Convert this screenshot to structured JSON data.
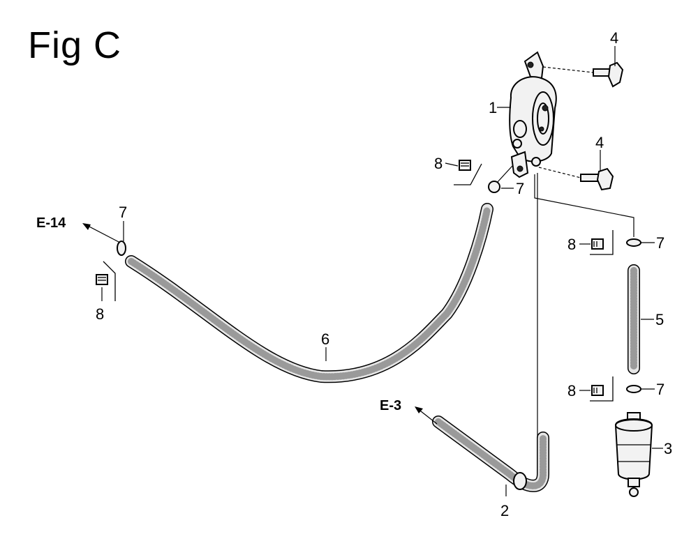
{
  "title": "Fig C",
  "callouts": {
    "c1": "1",
    "c2": "2",
    "c3": "3",
    "c4a": "4",
    "c4b": "4",
    "c5": "5",
    "c6": "6",
    "c7a": "7",
    "c7b": "7",
    "c7c": "7",
    "c7d": "7",
    "c8a": "8",
    "c8b": "8",
    "c8c": "8",
    "c8d": "8"
  },
  "references": {
    "e14": "E-14",
    "e3": "E-3"
  }
}
